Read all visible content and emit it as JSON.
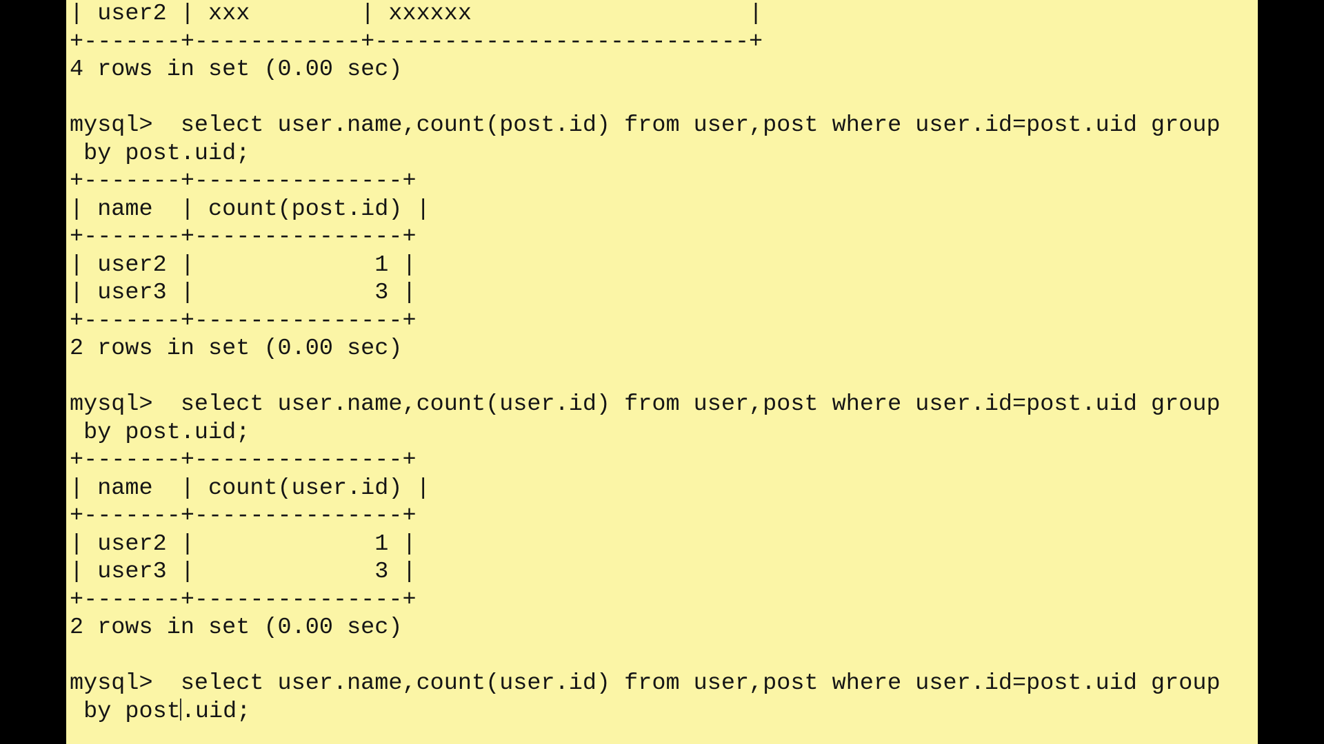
{
  "terminal": {
    "lines": [
      "| user2 | xxx        | xxxxxx                    |",
      "+-------+------------+---------------------------+",
      "4 rows in set (0.00 sec)",
      "",
      "mysql>  select user.name,count(post.id) from user,post where user.id=post.uid group",
      " by post.uid;",
      "+-------+---------------+",
      "| name  | count(post.id) |",
      "+-------+---------------+",
      "| user2 |             1 |",
      "| user3 |             3 |",
      "+-------+---------------+",
      "2 rows in set (0.00 sec)",
      "",
      "mysql>  select user.name,count(user.id) from user,post where user.id=post.uid group",
      " by post.uid;",
      "+-------+---------------+",
      "| name  | count(user.id) |",
      "+-------+---------------+",
      "| user2 |             1 |",
      "| user3 |             3 |",
      "+-------+---------------+",
      "2 rows in set (0.00 sec)",
      "",
      "mysql>  select user.name,count(user.id) from user,post where user.id=post.uid group"
    ],
    "current_input_before_cursor": " by post",
    "current_input_after_cursor": ".uid;"
  },
  "scrollbar": {
    "top_icon": "list-icon"
  },
  "colors": {
    "terminal_background": "#fbf5a6",
    "outer_background": "#000000",
    "text": "#151515"
  }
}
